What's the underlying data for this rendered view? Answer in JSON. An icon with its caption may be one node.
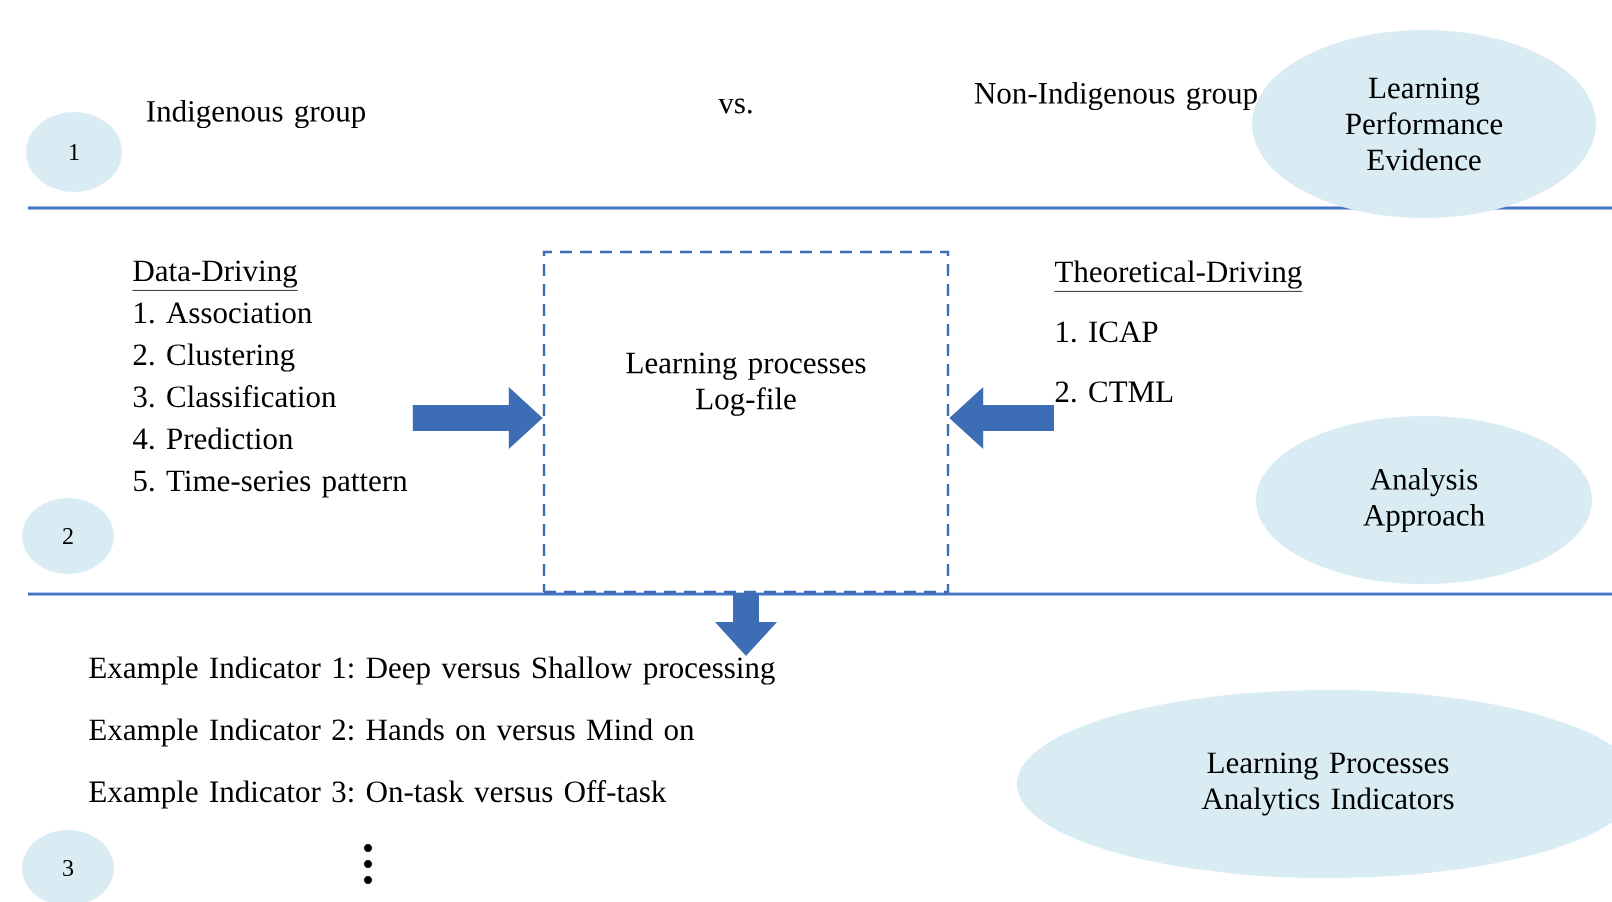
{
  "diagram": {
    "nodes": [
      {
        "text": [
          "1"
        ]
      },
      {
        "text": [
          "Learning Performance Evidence"
        ]
      },
      {
        "text": [
          "2"
        ]
      },
      {
        "text": [
          "Data-Driving",
          "1. Association",
          "2. Clustering",
          "3. Classification",
          "4. Prediction",
          "5. Time-series pattern"
        ]
      },
      {
        "text": [
          "Learning processes Log-file"
        ]
      },
      {
        "text": [
          "Theoretical-Driving",
          "1. ICAP",
          "2. CTML"
        ]
      },
      {
        "text": [
          "Analysis Approach"
        ]
      },
      {
        "text": [
          "3"
        ]
      },
      {
        "text": [
          "Example Indicator 1: Deep versus Shallow processing",
          "Example Indicator 2: Hands on versus Mind on",
          "Example Indicator 3: On-task versus Off-task"
        ]
      },
      {
        "text": [
          "Learning Processes Analytics Indicators"
        ]
      }
    ],
    "edges": [
      {
        "from": 3,
        "to": 4,
        "arrow": "to"
      },
      {
        "from": 5,
        "to": 4,
        "arrow": "to"
      },
      {
        "from": 4,
        "to": 8,
        "arrow": "to"
      }
    ],
    "labels": [
      "Indigenous group",
      "vs.",
      "Non-Indigenous group"
    ]
  }
}
